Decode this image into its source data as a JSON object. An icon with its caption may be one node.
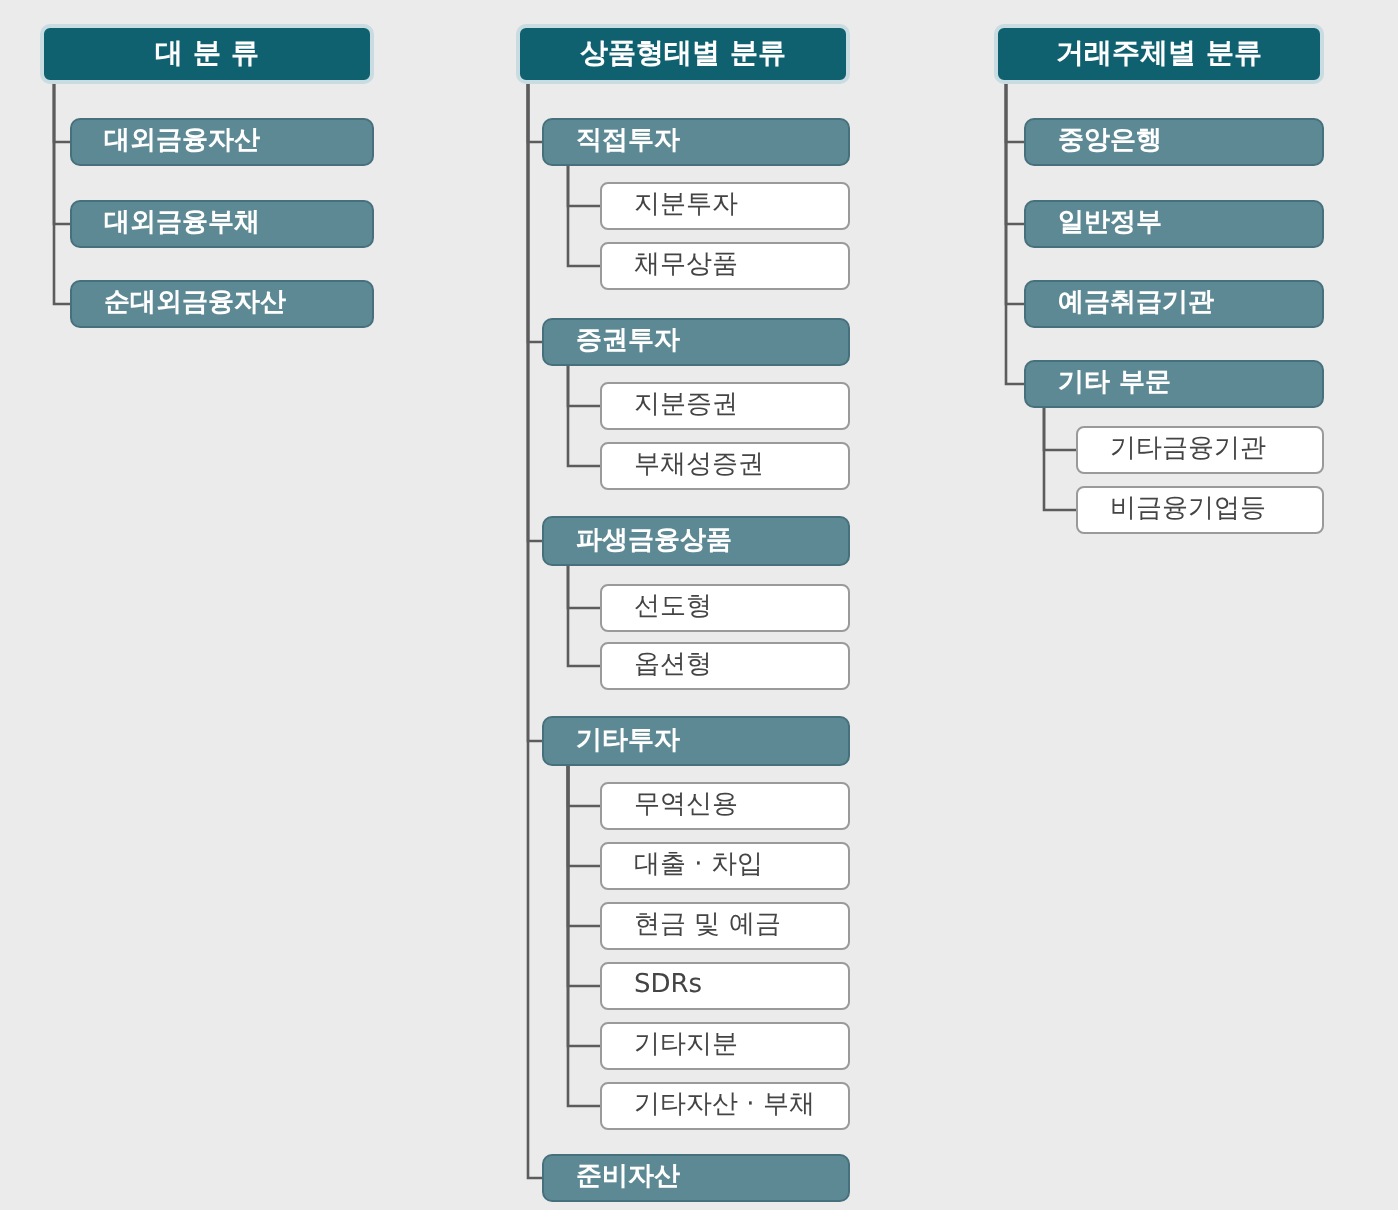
{
  "diagram": {
    "nodes": [
      {
        "text": [
          "대 분 류"
        ]
      },
      {
        "text": [
          "대외금융자산"
        ]
      },
      {
        "text": [
          "대외금융부채"
        ]
      },
      {
        "text": [
          "순대외금융자산"
        ]
      },
      {
        "text": [
          "상품형태별 분류"
        ]
      },
      {
        "text": [
          "직접투자"
        ]
      },
      {
        "text": [
          "지분투자"
        ]
      },
      {
        "text": [
          "채무상품"
        ]
      },
      {
        "text": [
          "증권투자"
        ]
      },
      {
        "text": [
          "지분증권"
        ]
      },
      {
        "text": [
          "부채성증권"
        ]
      },
      {
        "text": [
          "파생금융상품"
        ]
      },
      {
        "text": [
          "선도형"
        ]
      },
      {
        "text": [
          "옵션형"
        ]
      },
      {
        "text": [
          "기타투자"
        ]
      },
      {
        "text": [
          "무역신용"
        ]
      },
      {
        "text": [
          "대출 · 차입"
        ]
      },
      {
        "text": [
          "현금 및 예금"
        ]
      },
      {
        "text": [
          "SDRs"
        ]
      },
      {
        "text": [
          "기타지분"
        ]
      },
      {
        "text": [
          "기타자산 · 부채"
        ]
      },
      {
        "text": [
          "준비자산"
        ]
      },
      {
        "text": [
          "거래주체별 분류"
        ]
      },
      {
        "text": [
          "중앙은행"
        ]
      },
      {
        "text": [
          "일반정부"
        ]
      },
      {
        "text": [
          "예금취급기관"
        ]
      },
      {
        "text": [
          "기타 부문"
        ]
      },
      {
        "text": [
          "기타금융기관"
        ]
      },
      {
        "text": [
          "비금융기업등"
        ]
      }
    ],
    "edges": [
      {
        "from": 0,
        "to": 1,
        "arrow": "none"
      },
      {
        "from": 0,
        "to": 2,
        "arrow": "none"
      },
      {
        "from": 0,
        "to": 3,
        "arrow": "none"
      },
      {
        "from": 4,
        "to": 5,
        "arrow": "none"
      },
      {
        "from": 5,
        "to": 6,
        "arrow": "none"
      },
      {
        "from": 5,
        "to": 7,
        "arrow": "none"
      },
      {
        "from": 4,
        "to": 8,
        "arrow": "none"
      },
      {
        "from": 8,
        "to": 9,
        "arrow": "none"
      },
      {
        "from": 8,
        "to": 10,
        "arrow": "none"
      },
      {
        "from": 4,
        "to": 11,
        "arrow": "none"
      },
      {
        "from": 11,
        "to": 12,
        "arrow": "none"
      },
      {
        "from": 11,
        "to": 13,
        "arrow": "none"
      },
      {
        "from": 4,
        "to": 14,
        "arrow": "none"
      },
      {
        "from": 14,
        "to": 15,
        "arrow": "none"
      },
      {
        "from": 14,
        "to": 16,
        "arrow": "none"
      },
      {
        "from": 14,
        "to": 17,
        "arrow": "none"
      },
      {
        "from": 14,
        "to": 18,
        "arrow": "none"
      },
      {
        "from": 14,
        "to": 19,
        "arrow": "none"
      },
      {
        "from": 14,
        "to": 20,
        "arrow": "none"
      },
      {
        "from": 4,
        "to": 21,
        "arrow": "none"
      },
      {
        "from": 22,
        "to": 23,
        "arrow": "none"
      },
      {
        "from": 22,
        "to": 24,
        "arrow": "none"
      },
      {
        "from": 22,
        "to": 25,
        "arrow": "none"
      },
      {
        "from": 22,
        "to": 26,
        "arrow": "none"
      },
      {
        "from": 26,
        "to": 27,
        "arrow": "none"
      },
      {
        "from": 26,
        "to": 28,
        "arrow": "none"
      }
    ]
  }
}
